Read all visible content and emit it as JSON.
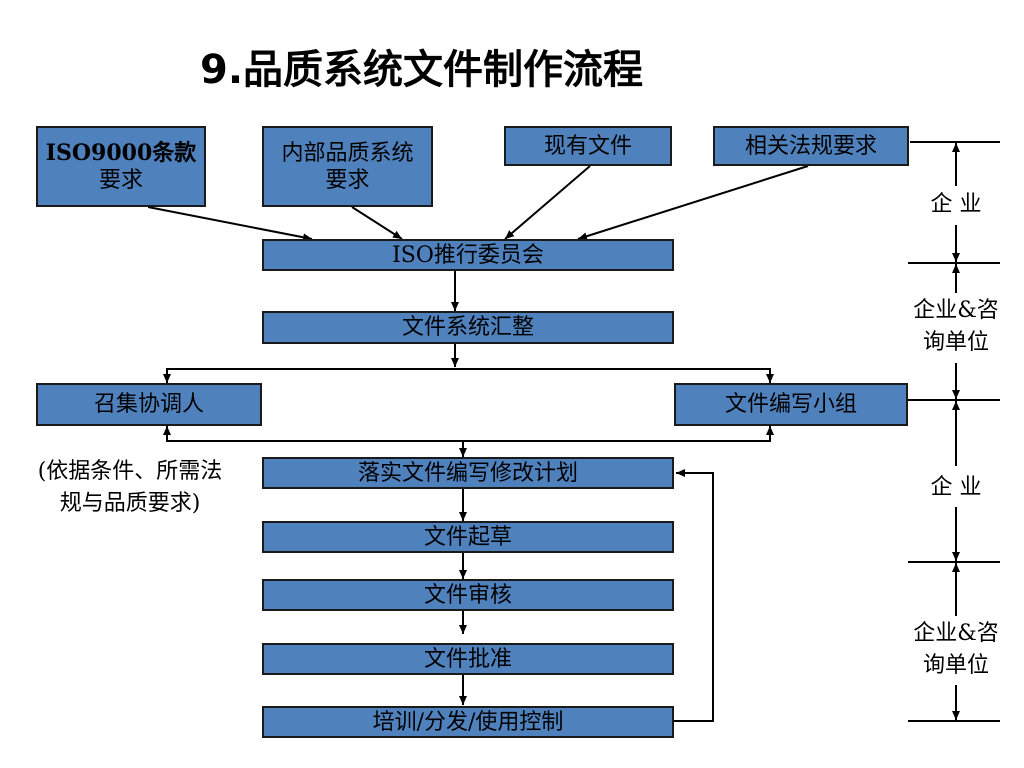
{
  "title": "9.品质系统文件制作流程",
  "inputs": [
    {
      "id": "iso9000",
      "label_lines": [
        "ISO9000条款",
        "要求"
      ]
    },
    {
      "id": "internal",
      "label_lines": [
        "内部品质系统",
        "要求"
      ]
    },
    {
      "id": "existing",
      "label_lines": [
        "现有文件"
      ]
    },
    {
      "id": "regulations",
      "label_lines": [
        "相关法规要求"
      ]
    }
  ],
  "process": [
    {
      "id": "committee",
      "label": "ISO推行委员会"
    },
    {
      "id": "consolidate",
      "label": "文件系统汇整"
    },
    {
      "id": "convene",
      "label": "召集协调人"
    },
    {
      "id": "writing_group",
      "label": "文件编写小组"
    },
    {
      "id": "plan",
      "label": "落实文件编写修改计划"
    },
    {
      "id": "draft",
      "label": "文件起草"
    },
    {
      "id": "review",
      "label": "文件审核"
    },
    {
      "id": "approve",
      "label": "文件批准"
    },
    {
      "id": "training",
      "label": "培训/分发/使用控制"
    }
  ],
  "side_note_lines": [
    "(依据条件、所需法",
    "规与品质要求)"
  ],
  "responsibility": [
    {
      "label_lines": [
        "企 业"
      ]
    },
    {
      "label_lines": [
        "企业&咨",
        "询单位"
      ]
    },
    {
      "label_lines": [
        "企 业"
      ]
    },
    {
      "label_lines": [
        "企业&咨",
        "询单位"
      ]
    }
  ],
  "colors": {
    "box_fill": "#4f81bd",
    "box_border": "#1a1a1a",
    "line": "#000000"
  }
}
